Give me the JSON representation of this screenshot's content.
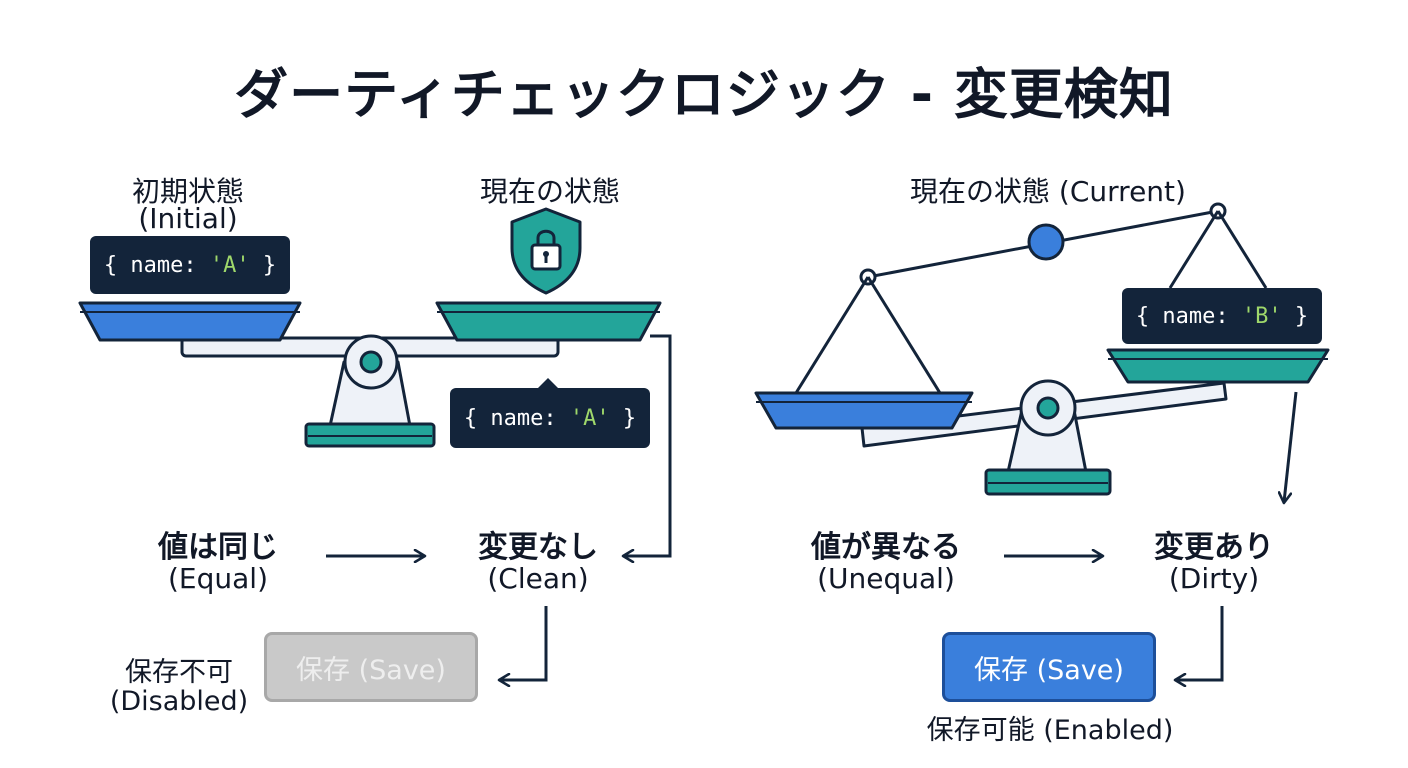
{
  "title": "ダーティチェックロジック - 変更検知",
  "left": {
    "initial_label": "初期状態",
    "initial_label_en": "(Initial)",
    "current_label": "現在の状態",
    "initial_code": {
      "prefix": "{ name: ",
      "value": "'A'",
      "suffix": " }"
    },
    "current_code": {
      "prefix": "{ name: ",
      "value": "'A'",
      "suffix": " }"
    },
    "compare_label": "値は同じ",
    "compare_label_en": "(Equal)",
    "result_label": "変更なし",
    "result_label_en": "(Clean)",
    "save_state_label": "保存不可",
    "save_state_label_en": "(Disabled)",
    "save_button": "保存 (Save)"
  },
  "right": {
    "current_label": "現在の状態 (Current)",
    "current_code": {
      "prefix": "{ name: ",
      "value": "'B'",
      "suffix": " }"
    },
    "compare_label": "値が異なる",
    "compare_label_en": "(Unequal)",
    "result_label": "変更あり",
    "result_label_en": "(Dirty)",
    "save_button": "保存 (Save)",
    "save_state_label": "保存可能 (Enabled)"
  },
  "colors": {
    "navy": "#13243a",
    "pan_blue": "#3a7fdc",
    "pan_teal": "#23a59a",
    "string_green": "#9fd86b",
    "button_disabled": "#c9c9c9",
    "button_enabled": "#3a7fdc"
  },
  "icons": [
    "lock-shield-icon"
  ]
}
